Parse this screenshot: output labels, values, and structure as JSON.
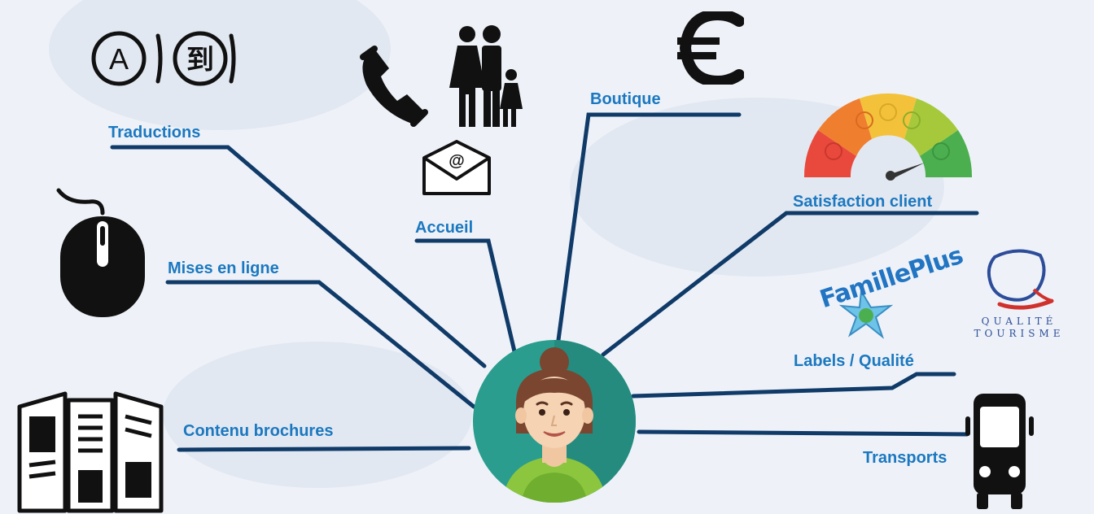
{
  "labels": {
    "traductions": "Traductions",
    "accueil": "Accueil",
    "boutique": "Boutique",
    "satisfaction": "Satisfaction client",
    "mises_en_ligne": "Mises en ligne",
    "labels_qualite": "Labels / Qualité",
    "contenu_brochures": "Contenu brochures",
    "transports": "Transports"
  },
  "logos": {
    "famille_plus": "FamillePlus",
    "qualite_line1": "QUALITÉ",
    "qualite_line2": "TOURISME"
  },
  "translation_glyphs": {
    "latin": "A",
    "cjk": "到"
  },
  "icons": [
    "translate-icon",
    "phone-icon",
    "family-icon",
    "email-icon",
    "euro-icon",
    "satisfaction-gauge-icon",
    "mouse-icon",
    "famille-plus-logo",
    "qualite-tourisme-logo",
    "brochure-icon",
    "bus-icon",
    "woman-avatar-icon"
  ],
  "colors": {
    "label": "#1b78c0",
    "line": "#103a68",
    "background": "#eef2f8",
    "avatar_bg": "#2a9d8f",
    "gauge": [
      "#e8493c",
      "#f07e2f",
      "#f3c23a",
      "#a6c93c",
      "#4caf4f"
    ]
  }
}
